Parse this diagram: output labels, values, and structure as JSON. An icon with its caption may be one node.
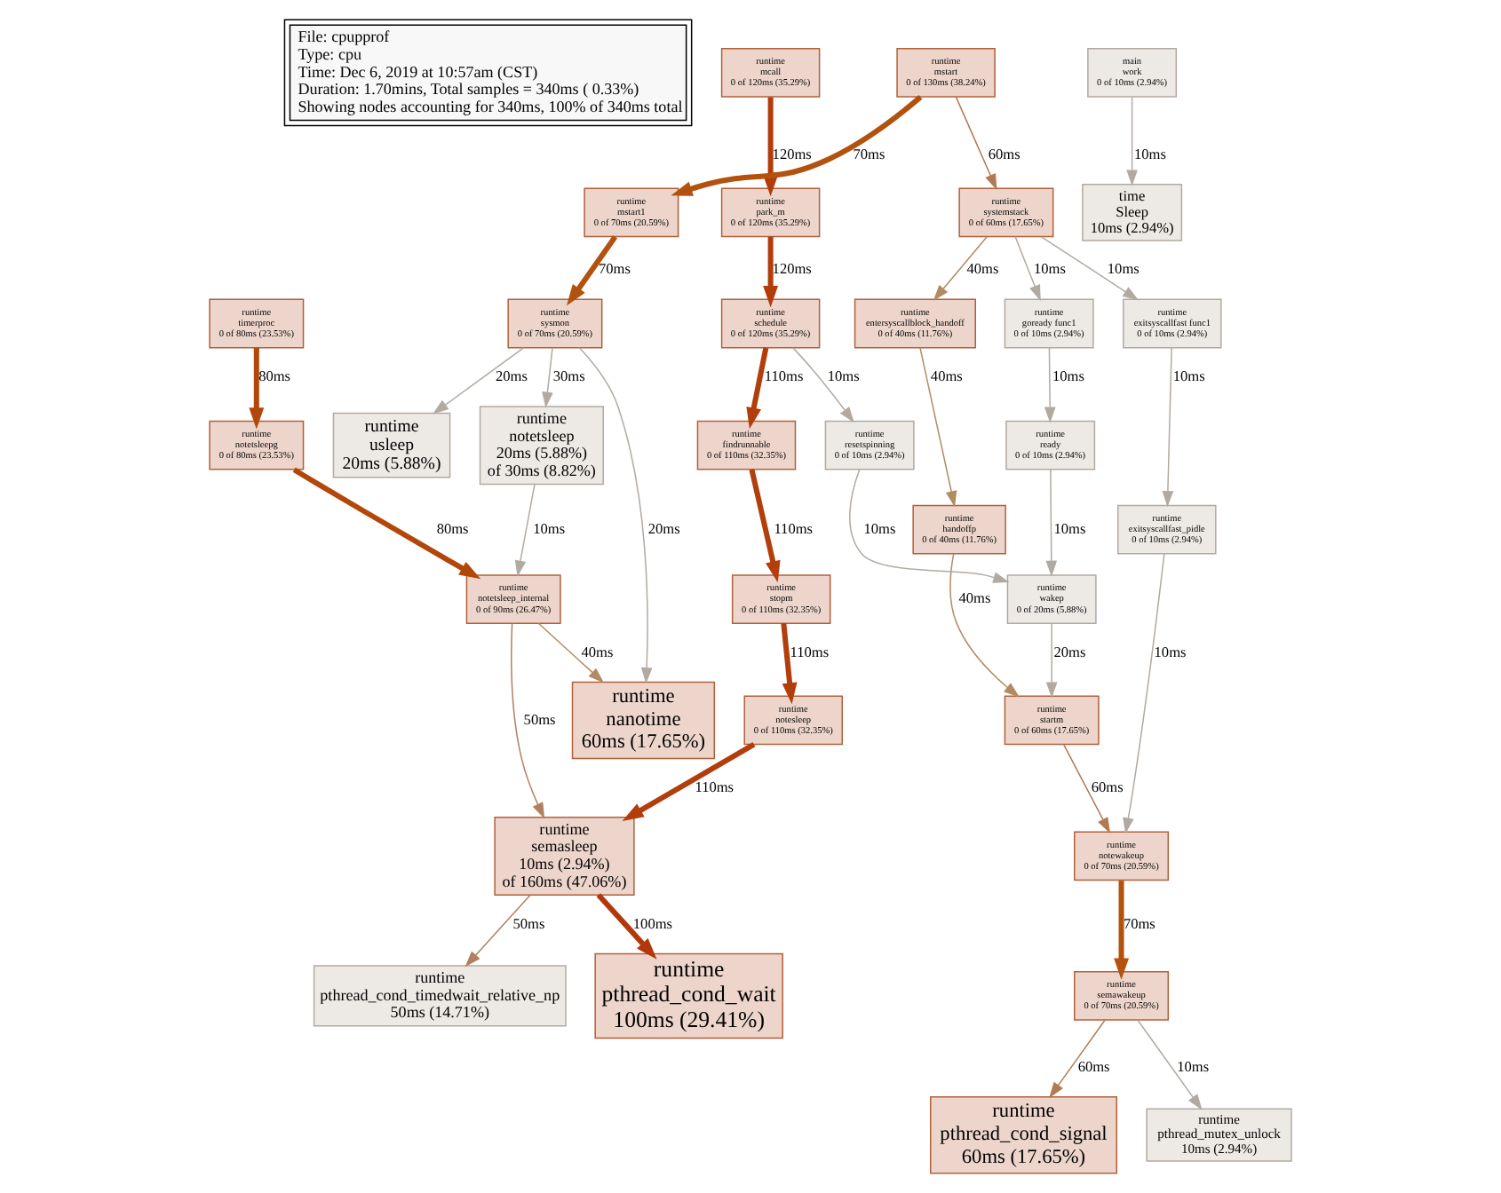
{
  "diagram": {
    "nodes": [
      {
        "text": [
          "File: cpupprof",
          "Type: cpu",
          "Time: Dec 6, 2019 at 10:57am (CST)",
          "Duration: 1.70mins, Total samples = 340ms ( 0.33%)",
          "Showing nodes accounting for 340ms, 100% of 340ms total"
        ]
      },
      {
        "text": [
          "runtime",
          "mcall",
          "0 of 120ms (35.29%)"
        ]
      },
      {
        "text": [
          "main",
          "work",
          "0 of 10ms (2.94%)"
        ]
      },
      {
        "text": [
          "time",
          "Sleep",
          "10ms (2.94%)"
        ]
      },
      {
        "text": [
          "runtime",
          "park_m",
          "0 of 120ms (35.29%)"
        ]
      },
      {
        "text": [
          "runtime",
          "mstart",
          "0 of 130ms (38.24%)"
        ]
      },
      {
        "text": [
          "runtime",
          "schedule",
          "0 of 120ms (35.29%)"
        ]
      },
      {
        "text": [
          "runtime",
          "systemstack",
          "0 of 60ms (17.65%)"
        ]
      },
      {
        "text": [
          "runtime",
          "mstart1",
          "0 of 70ms (20.59%)"
        ]
      },
      {
        "text": [
          "runtime",
          "exitsyscallfast func1",
          "0 of 10ms (2.94%)"
        ]
      },
      {
        "text": [
          "runtime",
          "entersyscallblock_handoff",
          "0 of 40ms (11.76%)"
        ]
      },
      {
        "text": [
          "runtime",
          "goready func1",
          "0 of 10ms (2.94%)"
        ]
      },
      {
        "text": [
          "runtime",
          "sysmon",
          "0 of 70ms (20.59%)"
        ]
      },
      {
        "text": [
          "runtime",
          "timerproc",
          "0 of 80ms (23.53%)"
        ]
      },
      {
        "text": [
          "runtime",
          "findrunnable",
          "0 of 110ms (32.35%)"
        ]
      },
      {
        "text": [
          "runtime",
          "exitsyscallfast_pidle",
          "0 of 10ms (2.94%)"
        ]
      },
      {
        "text": [
          "runtime",
          "handoffp",
          "0 of 40ms (11.76%)"
        ]
      },
      {
        "text": [
          "runtime",
          "ready",
          "0 of 10ms (2.94%)"
        ]
      },
      {
        "text": [
          "runtime",
          "resetspinning",
          "0 of 10ms (2.94%)"
        ]
      },
      {
        "text": [
          "runtime",
          "usleep",
          "20ms (5.88%)"
        ]
      },
      {
        "text": [
          "runtime",
          "notetsleep",
          "20ms (5.88%)",
          "of 30ms (8.82%)"
        ]
      },
      {
        "text": [
          "runtime",
          "notetsleepg",
          "0 of 80ms (23.53%)"
        ]
      },
      {
        "text": [
          "runtime",
          "stopm",
          "0 of 110ms (32.35%)"
        ]
      },
      {
        "text": [
          "runtime",
          "wakep",
          "0 of 20ms (5.88%)"
        ]
      },
      {
        "text": [
          "runtime",
          "notetsleep_internal",
          "0 of 90ms (26.47%)"
        ]
      },
      {
        "text": [
          "runtime",
          "notesleep",
          "0 of 110ms (32.35%)"
        ]
      },
      {
        "text": [
          "runtime",
          "startm",
          "0 of 60ms (17.65%)"
        ]
      },
      {
        "text": [
          "runtime",
          "nanotime",
          "60ms (17.65%)"
        ]
      },
      {
        "text": [
          "runtime",
          "semasleep",
          "10ms (2.94%)",
          "of 160ms (47.06%)"
        ]
      },
      {
        "text": [
          "runtime",
          "notewakeup",
          "0 of 70ms (20.59%)"
        ]
      },
      {
        "text": [
          "runtime",
          "pthread_cond_wait",
          "100ms (29.41%)"
        ]
      },
      {
        "text": [
          "runtime",
          "pthread_cond_timedwait_relative_np",
          "50ms (14.71%)"
        ]
      },
      {
        "text": [
          "runtime",
          "semawakeup",
          "0 of 70ms (20.59%)"
        ]
      },
      {
        "text": [
          "runtime",
          "pthread_cond_signal",
          "60ms (17.65%)"
        ]
      },
      {
        "text": [
          "runtime",
          "pthread_mutex_unlock",
          "10ms (2.94%)"
        ]
      }
    ],
    "edges": [
      {
        "from": 1,
        "to": 4,
        "arrow": "to",
        "label": "120ms",
        "style": "thick",
        "color": "#b23c0a"
      },
      {
        "from": 2,
        "to": 3,
        "arrow": "to",
        "label": "10ms"
      },
      {
        "from": 4,
        "to": 6,
        "arrow": "to",
        "label": "120ms",
        "style": "thick",
        "color": "#b23c0a"
      },
      {
        "from": 5,
        "to": 7,
        "arrow": "to",
        "label": "60ms",
        "color": "#b27a52"
      },
      {
        "from": 5,
        "to": 8,
        "arrow": "to",
        "label": "70ms",
        "style": "thick",
        "color": "#b2520e"
      },
      {
        "from": 6,
        "to": 14,
        "arrow": "to",
        "label": "110ms",
        "style": "thick",
        "color": "#b23e0c"
      },
      {
        "from": 6,
        "to": 18,
        "arrow": "to",
        "label": "10ms"
      },
      {
        "from": 7,
        "to": 9,
        "arrow": "to",
        "label": "10ms"
      },
      {
        "from": 7,
        "to": 10,
        "arrow": "to",
        "label": "40ms",
        "color": "#b28b62"
      },
      {
        "from": 7,
        "to": 11,
        "arrow": "to",
        "label": "10ms"
      },
      {
        "from": 8,
        "to": 12,
        "arrow": "to",
        "label": "70ms",
        "style": "thick",
        "color": "#b2520e"
      },
      {
        "from": 9,
        "to": 15,
        "arrow": "to",
        "label": "10ms"
      },
      {
        "from": 10,
        "to": 16,
        "arrow": "to",
        "label": "40ms",
        "color": "#b28b62"
      },
      {
        "from": 11,
        "to": 17,
        "arrow": "to",
        "label": "10ms"
      },
      {
        "from": 12,
        "to": 19,
        "arrow": "to",
        "label": "20ms"
      },
      {
        "from": 12,
        "to": 20,
        "arrow": "to",
        "label": "30ms"
      },
      {
        "from": 12,
        "to": 27,
        "arrow": "to",
        "label": "20ms"
      },
      {
        "from": 13,
        "to": 21,
        "arrow": "to",
        "label": "80ms",
        "style": "thick",
        "color": "#b2470a"
      },
      {
        "from": 14,
        "to": 22,
        "arrow": "to",
        "label": "110ms",
        "style": "thick",
        "color": "#b23e0c"
      },
      {
        "from": 21,
        "to": 24,
        "arrow": "to",
        "label": "80ms",
        "style": "thick",
        "color": "#b2470a"
      },
      {
        "from": 20,
        "to": 24,
        "arrow": "to",
        "label": "10ms"
      },
      {
        "from": 22,
        "to": 25,
        "arrow": "to",
        "label": "110ms",
        "style": "thick",
        "color": "#b23e0c"
      },
      {
        "from": 17,
        "to": 23,
        "arrow": "to",
        "label": "10ms"
      },
      {
        "from": 18,
        "to": 23,
        "arrow": "to",
        "label": "10ms"
      },
      {
        "from": 15,
        "to": 29,
        "arrow": "to",
        "label": "10ms"
      },
      {
        "from": 16,
        "to": 26,
        "arrow": "to",
        "label": "40ms",
        "color": "#b28b62"
      },
      {
        "from": 23,
        "to": 26,
        "arrow": "to",
        "label": "20ms"
      },
      {
        "from": 24,
        "to": 27,
        "arrow": "to",
        "label": "40ms",
        "color": "#b28b62"
      },
      {
        "from": 24,
        "to": 28,
        "arrow": "to",
        "label": "50ms",
        "color": "#b28060"
      },
      {
        "from": 25,
        "to": 28,
        "arrow": "to",
        "label": "110ms",
        "style": "thick",
        "color": "#b23e0c"
      },
      {
        "from": 26,
        "to": 29,
        "arrow": "to",
        "label": "60ms",
        "color": "#b27a52"
      },
      {
        "from": 29,
        "to": 32,
        "arrow": "to",
        "label": "70ms",
        "style": "thick",
        "color": "#b2520e"
      },
      {
        "from": 28,
        "to": 30,
        "arrow": "to",
        "label": "100ms",
        "style": "thick",
        "color": "#b2380a"
      },
      {
        "from": 28,
        "to": 31,
        "arrow": "to",
        "label": "50ms",
        "color": "#b28060"
      },
      {
        "from": 32,
        "to": 33,
        "arrow": "to",
        "label": "60ms",
        "color": "#b27a52"
      },
      {
        "from": 32,
        "to": 34,
        "arrow": "to",
        "label": "10ms"
      }
    ]
  }
}
